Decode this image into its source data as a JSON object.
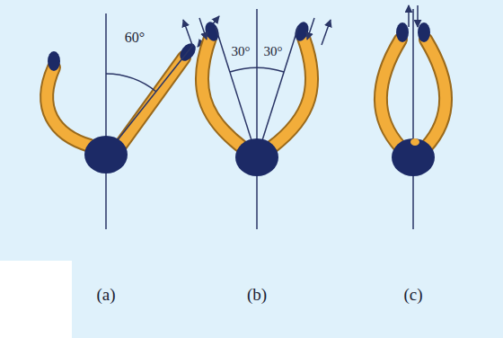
{
  "diagram": {
    "labels": [
      "60°",
      "30°",
      "30°",
      "(a)",
      "(b)",
      "(c)"
    ]
  }
}
